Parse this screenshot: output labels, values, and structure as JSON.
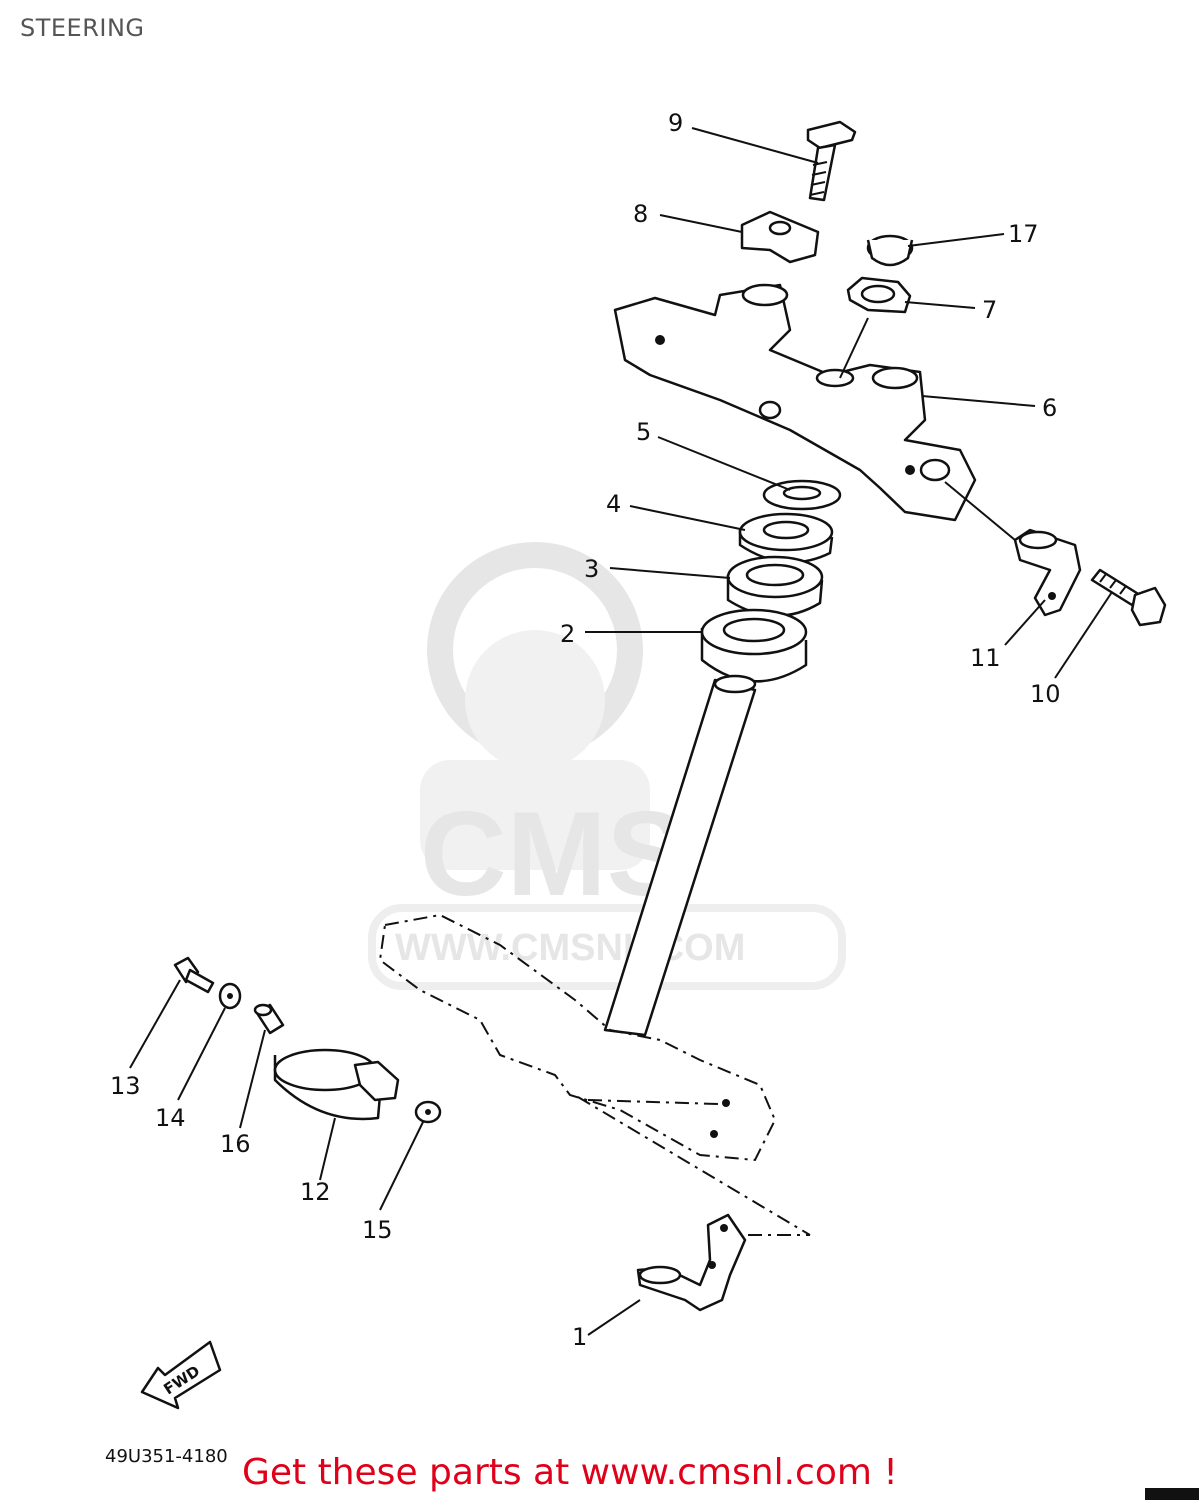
{
  "header": {
    "title": "STEERING"
  },
  "watermark": {
    "brand": "CMS",
    "url": "WWW.CMSNL.COM"
  },
  "callouts": [
    {
      "id": "c1",
      "label": "1"
    },
    {
      "id": "c2",
      "label": "2"
    },
    {
      "id": "c3",
      "label": "3"
    },
    {
      "id": "c4",
      "label": "4"
    },
    {
      "id": "c5",
      "label": "5"
    },
    {
      "id": "c6",
      "label": "6"
    },
    {
      "id": "c7",
      "label": "7"
    },
    {
      "id": "c8",
      "label": "8"
    },
    {
      "id": "c9",
      "label": "9"
    },
    {
      "id": "c10",
      "label": "10"
    },
    {
      "id": "c11",
      "label": "11"
    },
    {
      "id": "c12",
      "label": "12"
    },
    {
      "id": "c13",
      "label": "13"
    },
    {
      "id": "c14",
      "label": "14"
    },
    {
      "id": "c15",
      "label": "15"
    },
    {
      "id": "c16",
      "label": "16"
    },
    {
      "id": "c17",
      "label": "17"
    }
  ],
  "fwd_label": "FWD",
  "diagram_code": "49U351-4180",
  "footer": {
    "promo": "Get these parts at www.cmsnl.com !"
  },
  "colors": {
    "promo": "#e0001a",
    "ink": "#111111",
    "watermark": "#e6e6e6"
  }
}
